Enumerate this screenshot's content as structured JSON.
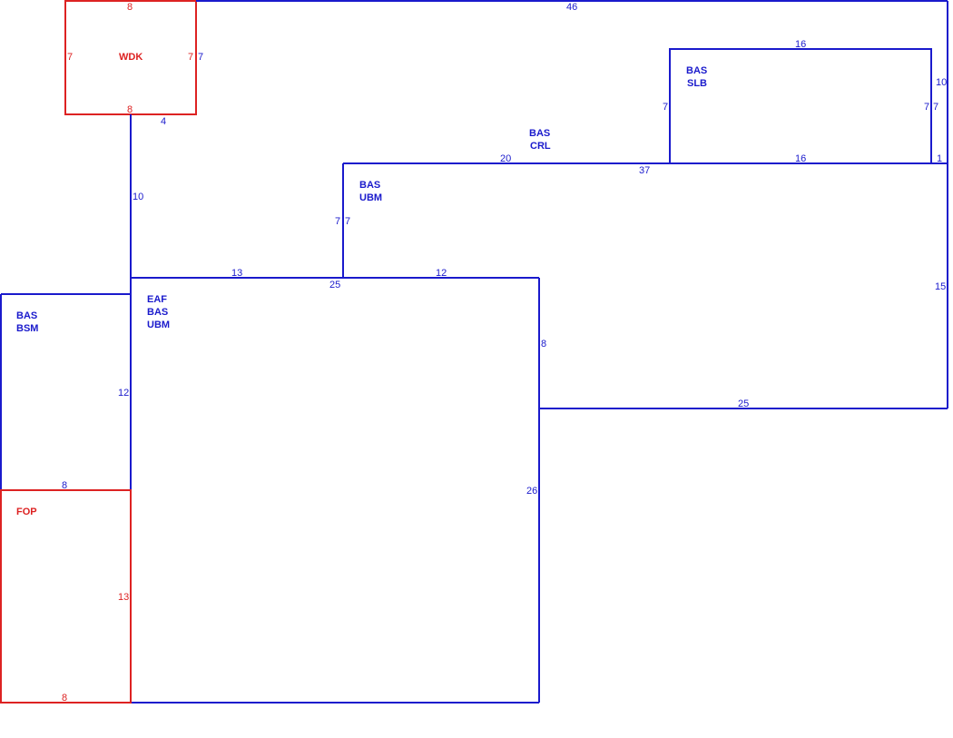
{
  "colors": {
    "existing": "#1a1acc",
    "proposed": "#dd2222"
  },
  "areas": {
    "wdk": {
      "code": "WDK",
      "dims": {
        "top": "8",
        "left": "7",
        "right": "7",
        "bottom": "8"
      }
    },
    "top_outline": {
      "dims": {
        "top": "46",
        "right_upper": "10",
        "right_tick": "1",
        "stair": "4",
        "left_drop": "10"
      }
    },
    "bas_slb": {
      "line1": "BAS",
      "line2": "SLB",
      "dims": {
        "top": "16",
        "bottom": "16",
        "left": "7",
        "right": "7",
        "outer_right": "7"
      }
    },
    "bas_crl": {
      "line1": "BAS",
      "line2": "CRL",
      "dims": {
        "left_span": "20",
        "span": "37"
      }
    },
    "bas_ubm": {
      "line1": "BAS",
      "line2": "UBM",
      "dims": {
        "left_outer": "7",
        "left_inner": "7",
        "right": "15",
        "bottom": "25",
        "drop": "8"
      }
    },
    "eaf": {
      "line1": "EAF",
      "line2": "BAS",
      "line3": "UBM",
      "dims": {
        "top_left": "13",
        "top_mid": "25",
        "top_right": "12",
        "right": "26"
      }
    },
    "bas_bsm": {
      "line1": "BAS",
      "line2": "BSM",
      "dims": {
        "right": "12",
        "bottom": "8"
      }
    },
    "fop": {
      "code": "FOP",
      "dims": {
        "right": "13",
        "bottom": "8"
      }
    }
  }
}
